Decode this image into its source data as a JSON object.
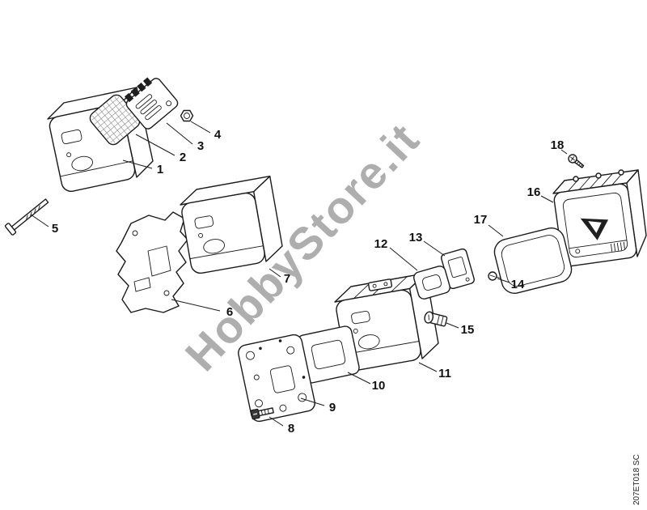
{
  "diagram": {
    "watermark": "HobbyStore.it",
    "doc_code": "207ET018 SC",
    "callouts": [
      {
        "label": "1"
      },
      {
        "label": "2"
      },
      {
        "label": "3"
      },
      {
        "label": "4"
      },
      {
        "label": "5"
      },
      {
        "label": "6"
      },
      {
        "label": "7"
      },
      {
        "label": "8"
      },
      {
        "label": "9"
      },
      {
        "label": "10"
      },
      {
        "label": "11"
      },
      {
        "label": "12"
      },
      {
        "label": "13"
      },
      {
        "label": "14"
      },
      {
        "label": "15"
      },
      {
        "label": "16"
      },
      {
        "label": "17"
      },
      {
        "label": "18"
      }
    ]
  }
}
